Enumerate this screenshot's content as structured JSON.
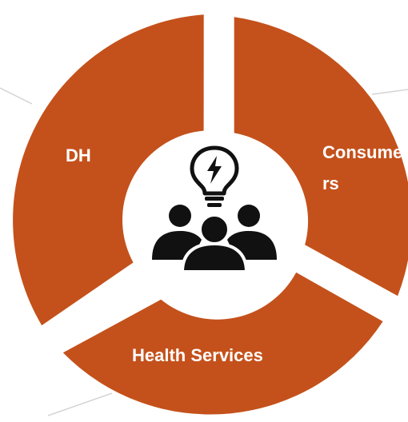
{
  "diagram": {
    "segments": [
      {
        "id": "dh",
        "label": "DH"
      },
      {
        "id": "consumers",
        "label_lines": [
          "Consume",
          "rs"
        ]
      },
      {
        "id": "health-services",
        "label": "Health Services"
      }
    ],
    "center": {
      "icon": "people-with-lightbulb-idea-icon"
    },
    "colors": {
      "segment": "#c4511b",
      "center": "#ffffff",
      "icon": "#111111",
      "connector": "#d4d4d4"
    }
  }
}
